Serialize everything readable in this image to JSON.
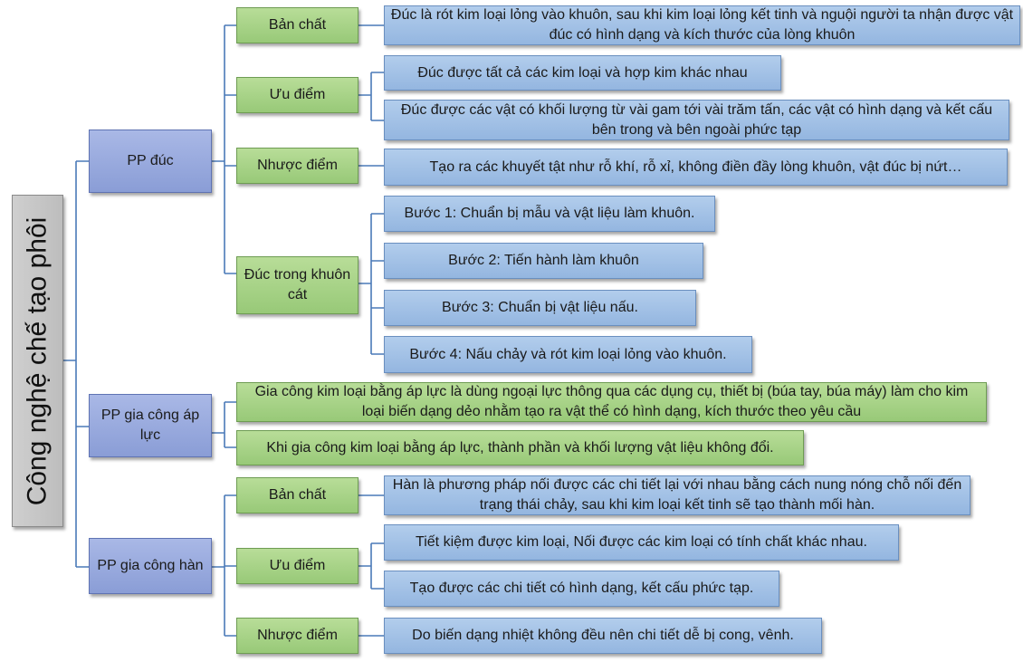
{
  "root": {
    "label": "Công nghệ chế tạo phôi"
  },
  "duc": {
    "label": "PP đúc",
    "ban_chat": {
      "label": "Bản chất",
      "text": "Đúc là rót kim loại lỏng vào khuôn, sau khi kim loại lỏng kết tinh và nguội người ta nhận được vật đúc có hình dạng và kích thước của lòng khuôn"
    },
    "uu_diem": {
      "label": "Ưu điểm",
      "items": [
        "Đúc được tất cả các kim loại và hợp kim khác nhau",
        "Đúc được các vật có khối lượng từ vài gam tới vài trăm tấn, các vật có hình dạng và kết cấu bên trong và bên ngoài phức tạp"
      ]
    },
    "nhuoc_diem": {
      "label": "Nhược điểm",
      "text": "Tạo ra các khuyết tật như rỗ khí, rỗ xỉ, không điền đầy lòng khuôn, vật đúc bị nứt…"
    },
    "khuon_cat": {
      "label": "Đúc trong khuôn cát",
      "steps": [
        "Bước 1: Chuẩn bị mẫu và vật liệu làm khuôn.",
        "Bước 2: Tiến hành làm khuôn",
        "Bước 3: Chuẩn bị vật liệu nấu.",
        "Bước 4: Nấu chảy và rót kim loại lỏng vào khuôn."
      ]
    }
  },
  "ap_luc": {
    "label": "PP gia công áp lực",
    "items": [
      "Gia công kim loại bằng áp lực là dùng ngoại lực thông qua các dụng cụ, thiết bị (búa tay, búa máy) làm cho kim loại biến dạng dẻo nhằm tạo ra vật thể có hình dạng, kích thước theo yêu cầu",
      "Khi gia công kim loại bằng áp lực, thành phần và khối lượng vật liệu không đổi."
    ]
  },
  "han": {
    "label": "PP gia công hàn",
    "ban_chat": {
      "label": "Bản chất",
      "text": "Hàn là phương pháp nối được các chi tiết lại với nhau bằng cách nung nóng chỗ nối đến trạng thái chảy, sau khi kim loại kết tinh sẽ tạo thành mối hàn."
    },
    "uu_diem": {
      "label": "Ưu điểm",
      "items": [
        "Tiết kiệm được kim loại, Nối được các kim loại có tính chất khác nhau.",
        "Tạo được các chi tiết có hình dạng, kết cấu phức tạp."
      ]
    },
    "nhuoc_diem": {
      "label": "Nhược điểm",
      "text": "Do biến dạng nhiệt không đều nên chi tiết dễ bị cong, vênh."
    }
  },
  "colors": {
    "root": "#c8c8c8",
    "level1": "#8fa2d9",
    "level2": "#a6d386",
    "level3": "#a3c2e7",
    "connector": "#4a7ab8"
  }
}
